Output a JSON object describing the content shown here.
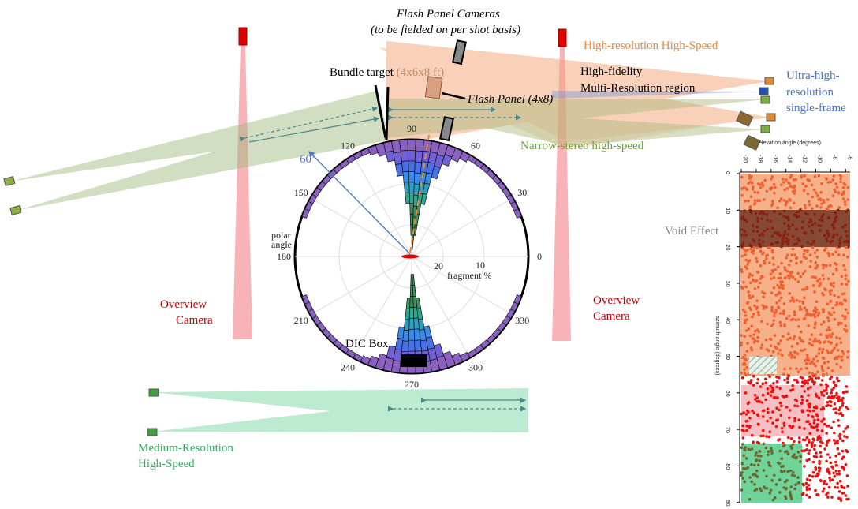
{
  "labels": {
    "flash_cameras_title": "Flash Panel Cameras",
    "flash_cameras_sub": "(to be fielded on per shot basis)",
    "high_res": "High-resolution High-Speed",
    "high_fidelity_1": "High-fidelity",
    "high_fidelity_2": "Multi-Resolution region",
    "ultra_1": "Ultra-high-",
    "ultra_2": "resolution",
    "ultra_3": "single-frame",
    "bundle_a": "Bundle target ",
    "bundle_b": "(4x6x8 ft)",
    "flash_panel": "Flash Panel (4x8)",
    "narrow_stereo": "Narrow-stereo high-speed",
    "overview_left_1": "Overview",
    "overview_left_2": "Camera",
    "overview_right_1": "Overview",
    "overview_right_2": "Camera",
    "medium_1": "Medium-Resolution",
    "medium_2": "High-Speed",
    "angle_60": "60’",
    "dic_box": "DIC Box",
    "void_effect": "Void Effect"
  },
  "polar": {
    "angle_ticks": [
      "0",
      "30",
      "60",
      "90",
      "120",
      "150",
      "180",
      "210",
      "240",
      "270",
      "300",
      "330"
    ],
    "radial_ticks": [
      "20",
      "10"
    ],
    "radial_label": "fragment %",
    "polar_label_1": "polar",
    "polar_label_2": "angle"
  },
  "side_plot": {
    "x_label": "elevation angle (degrees)",
    "y_label": "azimuth angle (degrees)",
    "x_ticks": [
      "-20",
      "-18",
      "-16",
      "-14",
      "-12",
      "-10",
      "-8",
      "-6"
    ],
    "y_ticks": [
      "0",
      "10",
      "20",
      "30",
      "40",
      "50",
      "60",
      "70",
      "80",
      "90"
    ]
  },
  "colors": {
    "orange_fan": "#f4a57a",
    "green_fan": "#9ab878",
    "medium_fan": "#6fd39a",
    "overview": "#f5a0a6",
    "red_camera": "#e00000",
    "blue_text": "#4a74c0",
    "green_text": "#6ea040",
    "orange_text": "#e88a40",
    "dark_red_text": "#c00000"
  }
}
